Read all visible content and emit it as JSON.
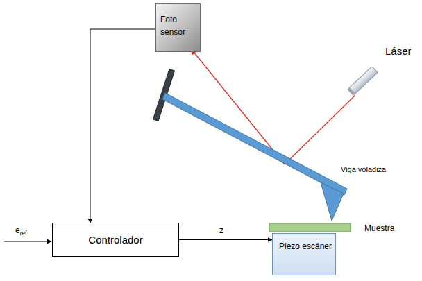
{
  "diagram": {
    "nodes": [
      {
        "text": [
          "Foto sensor"
        ]
      },
      {
        "text": [
          "Controlador"
        ]
      },
      {
        "text": [
          "Piezo escáner"
        ]
      }
    ],
    "edges": [
      {
        "from": 0,
        "to": 1,
        "arrow": "to"
      },
      {
        "from": 1,
        "to": 2,
        "label": "z",
        "arrow": "to"
      }
    ],
    "labels": [
      "Láser",
      "Viga voladiza",
      "Muestra",
      "eref"
    ]
  }
}
